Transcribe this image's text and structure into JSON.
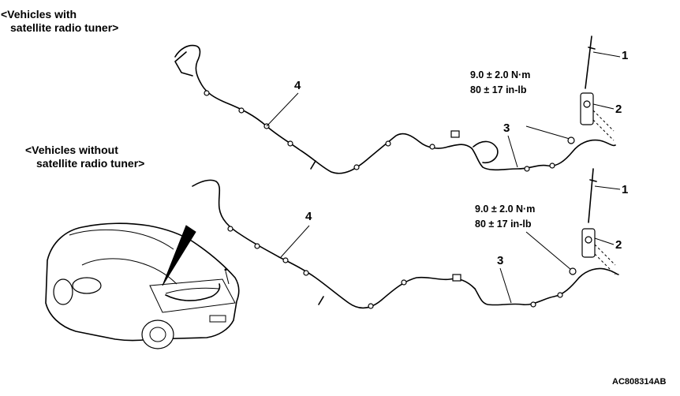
{
  "variants": {
    "with_tuner": {
      "line1": "<Vehicles with",
      "line2": "satellite radio tuner>"
    },
    "without_tuner": {
      "line1": "<Vehicles without",
      "line2": "satellite radio tuner>"
    }
  },
  "torque_top": {
    "line1": "9.0 ± 2.0 N·m",
    "line2": "80 ± 17 in-lb"
  },
  "torque_bottom": {
    "line1": "9.0 ± 2.0 N·m",
    "line2": "80 ± 17 in-lb"
  },
  "callouts_top": {
    "c1": "1",
    "c2": "2",
    "c3": "3",
    "c4": "4"
  },
  "callouts_bottom": {
    "c1": "1",
    "c2": "2",
    "c3": "3",
    "c4": "4"
  },
  "figure_code": "AC808314AB"
}
